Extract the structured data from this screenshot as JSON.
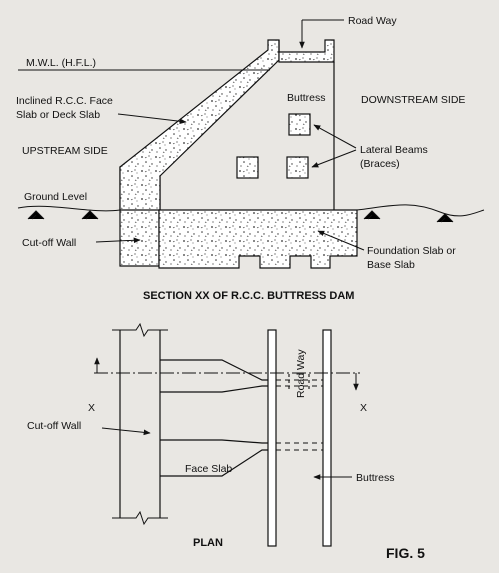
{
  "section": {
    "road_way": "Road Way",
    "mwl": "M.W.L. (H.F.L.)",
    "buttress": "Buttress",
    "downstream": "DOWNSTREAM SIDE",
    "face_slab_line1": "Inclined R.C.C. Face",
    "face_slab_line2": "Slab or Deck Slab",
    "upstream": "UPSTREAM SIDE",
    "lateral_line1": "Lateral Beams",
    "lateral_line2": "(Braces)",
    "ground_level": "Ground Level",
    "cutoff_wall": "Cut-off Wall",
    "foundation_line1": "Foundation Slab or",
    "foundation_line2": "Base Slab",
    "caption": "SECTION XX OF R.C.C. BUTTRESS DAM"
  },
  "plan": {
    "x_left": "X",
    "x_right": "X",
    "cutoff_wall": "Cut-off Wall",
    "road_way": "Road Way",
    "face_slab": "Face Slab",
    "buttress": "Buttress",
    "caption": "PLAN"
  },
  "figure_label": "FIG. 5"
}
